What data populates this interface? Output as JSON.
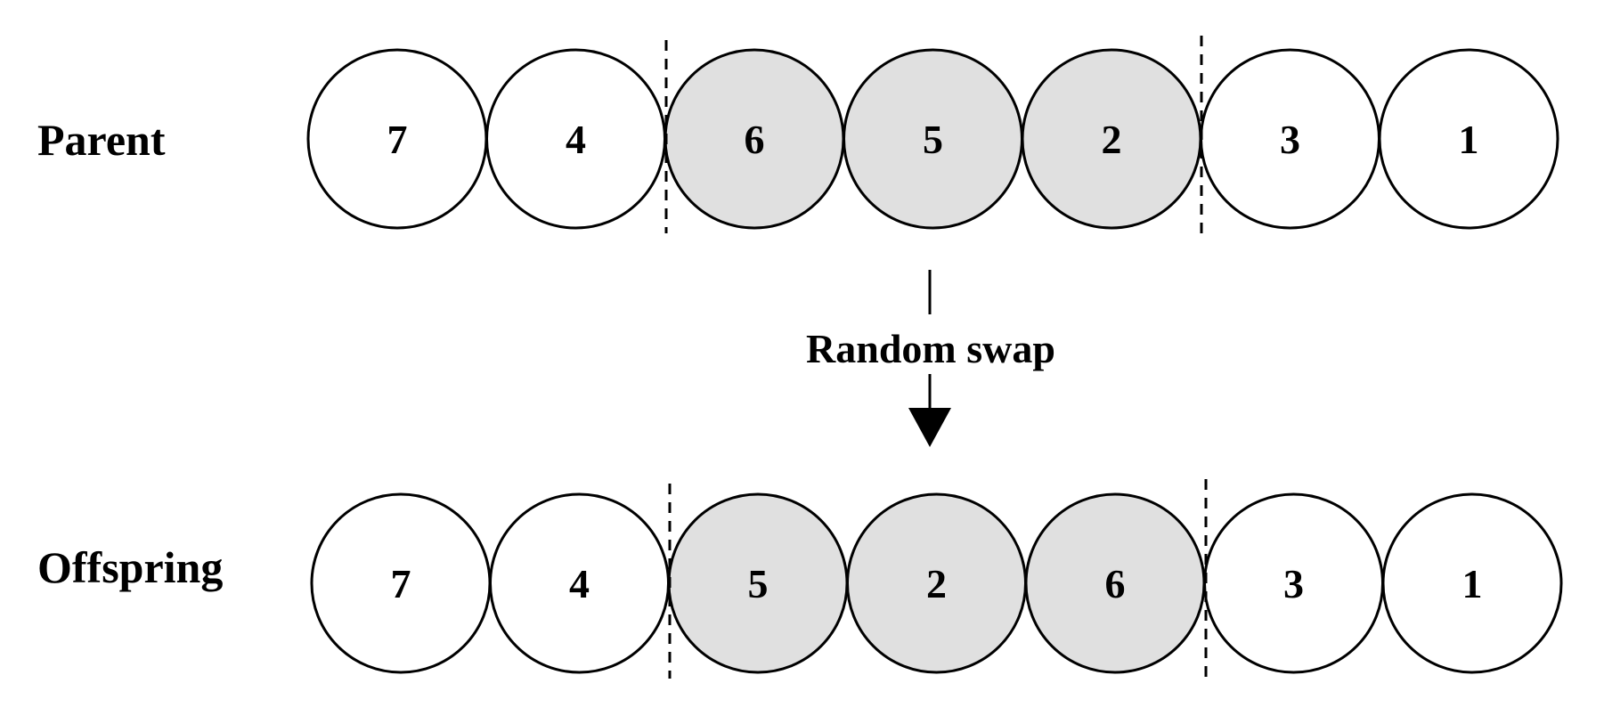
{
  "colors": {
    "plain": "#ffffff",
    "highlight": "#e0e0e0",
    "stroke": "#000000"
  },
  "parent": {
    "label": "Parent",
    "genes": [
      {
        "value": "7",
        "highlighted": false
      },
      {
        "value": "4",
        "highlighted": false
      },
      {
        "value": "6",
        "highlighted": true
      },
      {
        "value": "5",
        "highlighted": true
      },
      {
        "value": "2",
        "highlighted": true
      },
      {
        "value": "3",
        "highlighted": false
      },
      {
        "value": "1",
        "highlighted": false
      }
    ]
  },
  "operation": {
    "label": "Random swap"
  },
  "offspring": {
    "label": "Offspring",
    "genes": [
      {
        "value": "7",
        "highlighted": false
      },
      {
        "value": "4",
        "highlighted": false
      },
      {
        "value": "5",
        "highlighted": true
      },
      {
        "value": "2",
        "highlighted": true
      },
      {
        "value": "6",
        "highlighted": true
      },
      {
        "value": "3",
        "highlighted": false
      },
      {
        "value": "1",
        "highlighted": false
      }
    ]
  }
}
